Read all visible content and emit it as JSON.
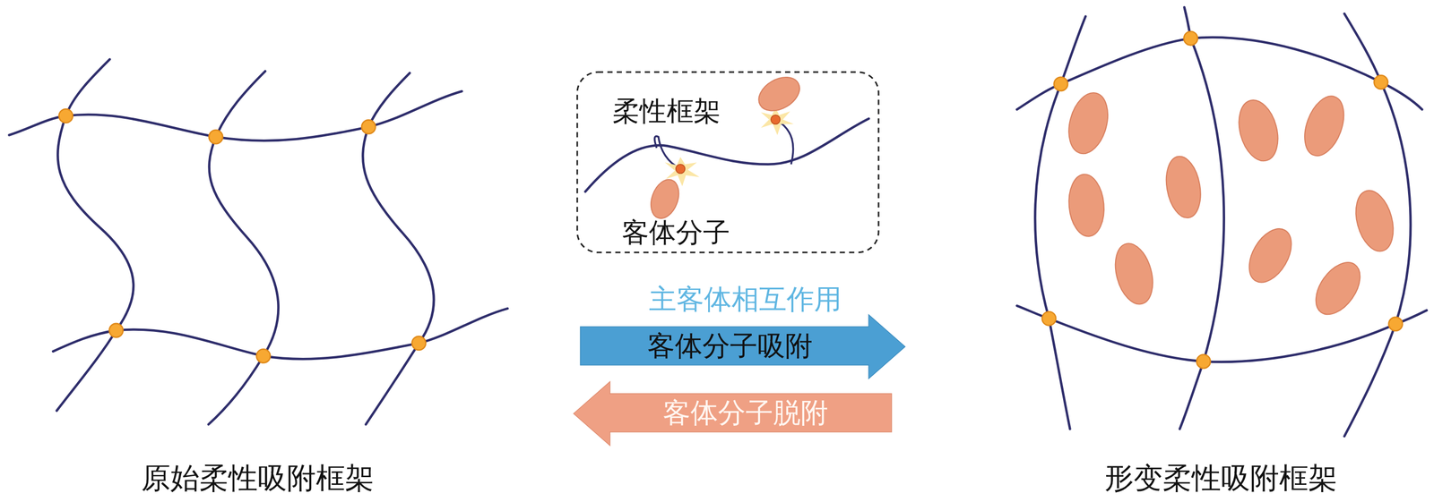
{
  "diagram": {
    "nodes": [
      {
        "text": [
          "柔性框架",
          "客体分子"
        ]
      },
      {
        "text": [
          "客体分子吸附"
        ]
      },
      {
        "text": [
          "客体分子脱附"
        ]
      }
    ],
    "labels": [
      "主客体相互作用",
      "原始柔性吸附框架",
      "形变柔性吸附框架"
    ]
  }
}
